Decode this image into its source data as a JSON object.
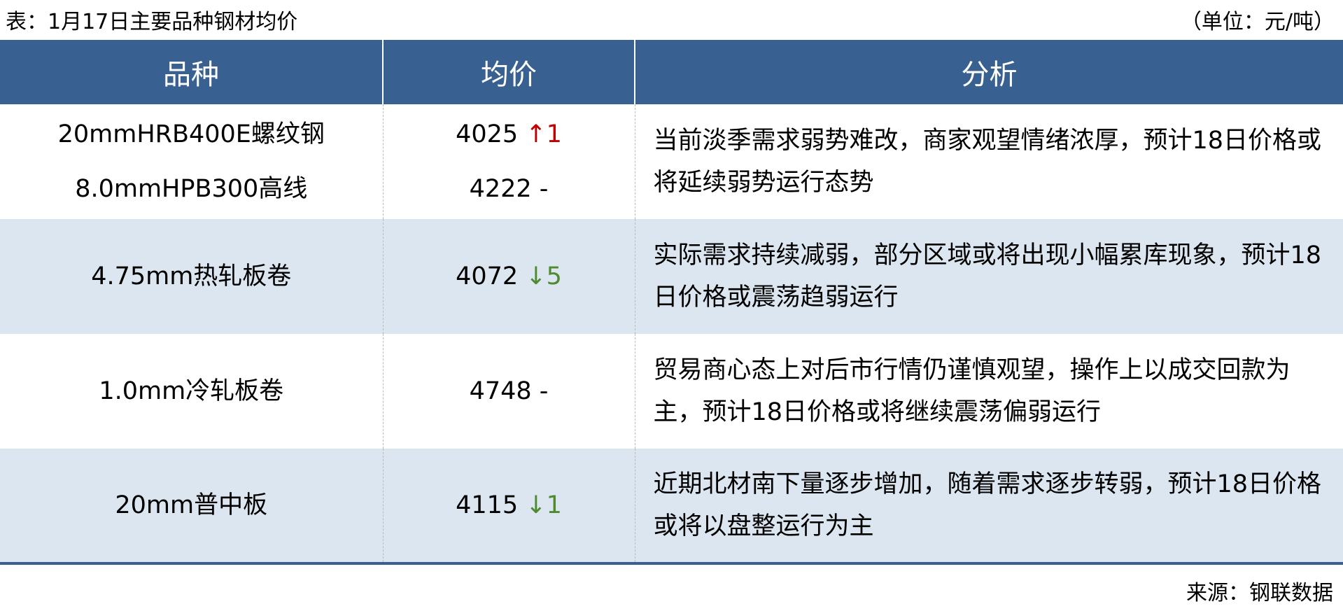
{
  "title": "表：1月17日主要品种钢材均价",
  "unit": "（单位：元/吨）",
  "colors": {
    "header": "#386192",
    "alt_row": "#dce6f0",
    "up": "#c00000",
    "down": "#4e8a2e"
  },
  "headers": [
    "品种",
    "均价",
    "分析"
  ],
  "rows": [
    {
      "products": [
        "20mmHRB400E螺纹钢",
        "8.0mmHPB300高线"
      ],
      "prices": [
        {
          "value": "4025",
          "arrow": "↑",
          "change": "1",
          "dir": "up"
        },
        {
          "value": "4222",
          "arrow": "",
          "change": "-",
          "dir": "flat"
        }
      ],
      "analysis": "当前淡季需求弱势难改，商家观望情绪浓厚，预计18日价格或将延续弱势运行态势"
    },
    {
      "products": [
        "4.75mm热轧板卷"
      ],
      "prices": [
        {
          "value": "4072",
          "arrow": "↓",
          "change": "5",
          "dir": "down"
        }
      ],
      "analysis": "实际需求持续减弱，部分区域或将出现小幅累库现象，预计18日价格或震荡趋弱运行"
    },
    {
      "products": [
        "1.0mm冷轧板卷"
      ],
      "prices": [
        {
          "value": "4748",
          "arrow": "",
          "change": "-",
          "dir": "flat"
        }
      ],
      "analysis": "贸易商心态上对后市行情仍谨慎观望，操作上以成交回款为主，预计18日价格或将继续震荡偏弱运行"
    },
    {
      "products": [
        "20mm普中板"
      ],
      "prices": [
        {
          "value": "4115",
          "arrow": "↓",
          "change": "1",
          "dir": "down"
        }
      ],
      "analysis": "近期北材南下量逐步增加，随着需求逐步转弱，预计18日价格或将以盘整运行为主"
    }
  ],
  "source": "来源：钢联数据"
}
